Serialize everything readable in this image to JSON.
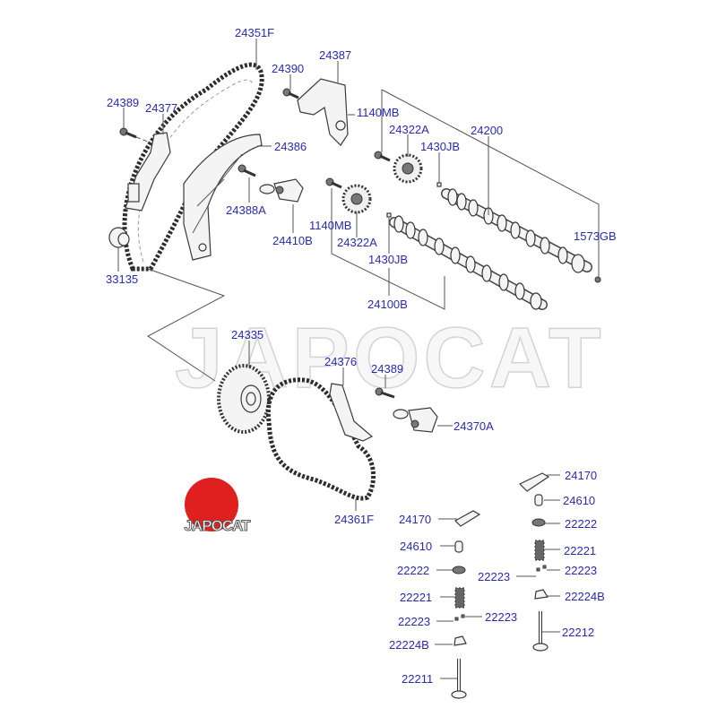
{
  "colors": {
    "label": "#2a2ab0",
    "logo_red": "#e0201e"
  },
  "watermark": "JAPOCAT",
  "logo": {
    "text": "JAPOCAT"
  },
  "labels": {
    "chain_upper": "24351F",
    "bolt_24390": "24390",
    "bracket_24387": "24387",
    "bolt_24389_top": "24389",
    "guide_24377": "24377",
    "guide_24386": "24386",
    "bolt_1140mb_upper": "1140MB",
    "sprocket_24322a_upper": "24322A",
    "pin_1430jb_upper": "1430JB",
    "camshaft_24200": "24200",
    "bolt_24388a": "24388A",
    "tensioner_24410b": "24410B",
    "bolt_1140mb_lower": "1140MB",
    "sprocket_24322a_lower": "24322A",
    "pin_1430jb_lower": "1430JB",
    "plug_1573gb": "1573GB",
    "bushing_33135": "33135",
    "camshaft_24100b": "24100B",
    "sprocket_24335": "24335",
    "guide_24376": "24376",
    "bolt_24389_lower": "24389",
    "tensioner_24370a": "24370A",
    "chain_lower": "24361F",
    "rocker_right": "24170",
    "lash_right": "24610",
    "retainer_right": "22222",
    "spring_right": "22221",
    "cotter_right_a": "22223",
    "cotter_right_b": "22223",
    "seal_right": "22224B",
    "valve_exhaust": "22212",
    "rocker_left": "24170",
    "lash_left": "24610",
    "retainer_left": "22222",
    "spring_left": "22221",
    "cotter_left_a": "22223",
    "cotter_left_b": "22223",
    "seal_left": "22224B",
    "valve_intake": "22211"
  }
}
